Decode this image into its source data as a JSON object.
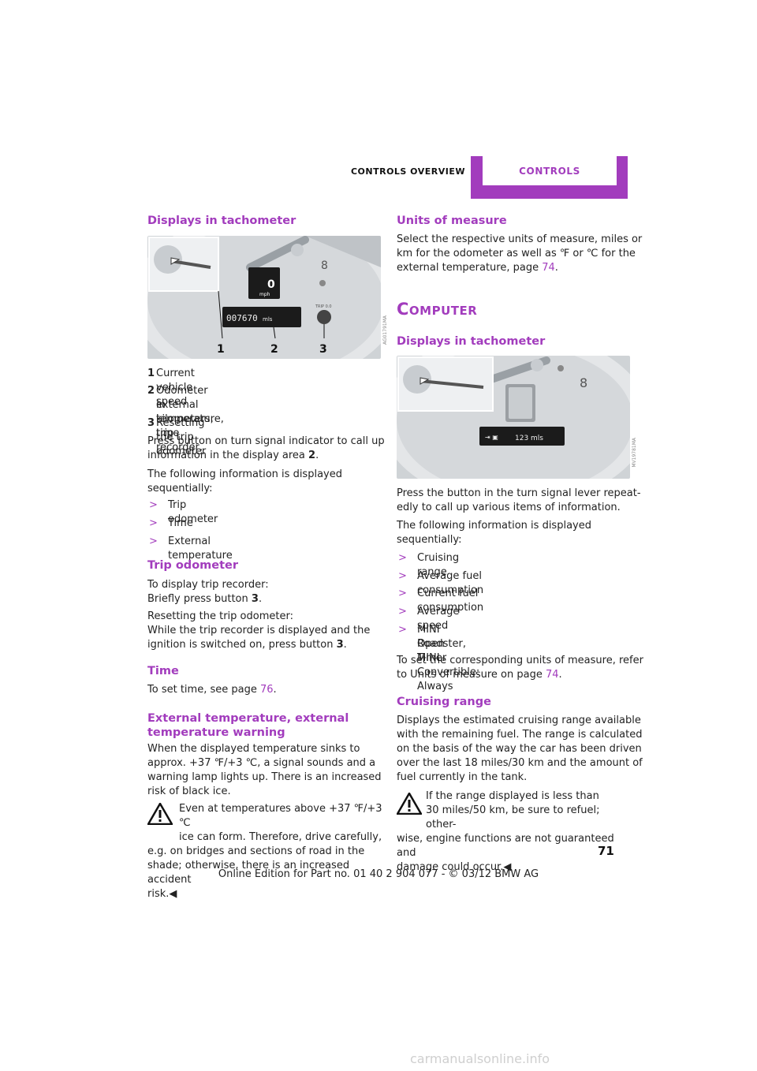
{
  "header": {
    "section": "Controls overview",
    "tab": "CONTROLS"
  },
  "left": {
    "h_displays": "Displays in tachometer",
    "fig1_labels": [
      "1",
      "2",
      "3"
    ],
    "fig1_speed": "0",
    "fig1_unit": "mph",
    "fig1_trip": "TRIP 0.0",
    "fig1_odo": "007670",
    "fig1_odo_unit": "mls",
    "fig1_tag": "AG01791MA",
    "items": [
      {
        "n": "1",
        "t1": "Current vehicle speed",
        "t2": ""
      },
      {
        "n": "2",
        "t1": "Odometer in kilometers, trip recorder,",
        "t2": "external temperature, time"
      },
      {
        "n": "3",
        "t1": "Resetting the trip odometer",
        "t2": ""
      }
    ],
    "p_press_1": "Press button on turn signal indicator to call up",
    "p_press_2a": "information in the display area ",
    "p_press_2b": "2",
    "p_press_2c": ".",
    "p_follow_1": "The following information is displayed",
    "p_follow_2": "sequentially:",
    "bullets": [
      "Trip odometer",
      "Time",
      "External temperature"
    ],
    "bullet_marker": ">",
    "h_trip": "Trip odometer",
    "trip_1": "To display trip recorder:",
    "trip_2a": "Briefly press button ",
    "trip_2b": "3",
    "trip_2c": ".",
    "trip_3": "Resetting the trip odometer:",
    "trip_4": "While the trip recorder is displayed and the",
    "trip_5a": "ignition is switched on, press button ",
    "trip_5b": "3",
    "trip_5c": ".",
    "h_time": "Time",
    "time_a": "To set time, see page ",
    "time_link": "76",
    "time_c": ".",
    "h_ext_1": "External temperature, external",
    "h_ext_2": "temperature warning",
    "ext_1": "When the displayed temperature sinks to",
    "ext_2": "approx. +37 ℉/+3 ℃, a signal sounds and a",
    "ext_3": "warning lamp lights up. There is an increased",
    "ext_4": "risk of black ice.",
    "warn_1": "Even at temperatures above +37 ℉/+3 ℃",
    "warn_2": "ice can form. Therefore, drive carefully,",
    "warn_3": "e.g. on bridges and sections of road in the",
    "warn_4": "shade; otherwise, there is an increased accident",
    "warn_5": "risk.◀"
  },
  "right": {
    "h_units": "Units of measure",
    "units_1": "Select the respective units of measure, miles or",
    "units_2": "km for the odometer as well as ℉ or ℃ for the",
    "units_3a": "external temperature, page ",
    "units_3_link": "74",
    "units_3c": ".",
    "h_computer": "Computer",
    "h_displays": "Displays in tachometer",
    "fig2_readout": "123 mls",
    "fig2_tag": "MV19781MA",
    "press_1": "Press the button in the turn signal lever repeat-",
    "press_2": "edly to call up various items of information.",
    "follow_1": "The following information is displayed",
    "follow_2": "sequentially:",
    "bullets": [
      "Cruising range",
      "Average fuel consumption",
      "Current fuel consumption",
      "Average speed"
    ],
    "bullet5_1": "MINI Roadster, MINI Convertible: Always",
    "bullet5_2": "Open Timer",
    "bullet_marker": ">",
    "set_1": "To set the corresponding units of measure, refer",
    "set_2a": "to Units of measure on page ",
    "set_2_link": "74",
    "set_2c": ".",
    "h_cruise": "Cruising range",
    "cruise_1": "Displays the estimated cruising range available",
    "cruise_2": "with the remaining fuel. The range is calculated",
    "cruise_3": "on the basis of the way the car has been driven",
    "cruise_4": "over the last 18 miles/30 km and the amount of",
    "cruise_5": "fuel currently in the tank.",
    "warn_1": "If the range displayed is less than",
    "warn_2": "30 miles/50 km, be sure to refuel; other-",
    "warn_3": "wise, engine functions are not guaranteed and",
    "warn_4": "damage could occur.◀"
  },
  "footer": {
    "page_number": "71",
    "edition": "Online Edition for Part no. 01 40 2 904 077 - © 03/12 BMW AG",
    "watermark": "carmanualsonline.info"
  },
  "colors": {
    "accent": "#a23cbd"
  }
}
